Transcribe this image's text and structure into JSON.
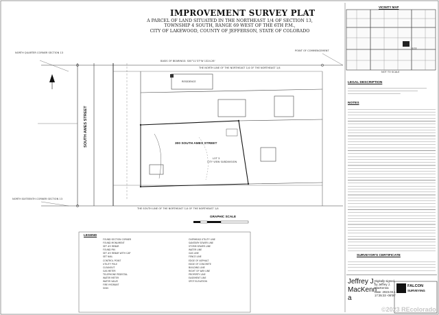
{
  "document": {
    "title": "IMPROVEMENT SURVEY PLAT",
    "subtitle_lines": [
      "A PARCEL OF LAND SITUATED IN THE NORTHEAST 1/4 OF SECTION 13,",
      "TOWNSHIP 4 SOUTH, RANGE 69 WEST OF THE 6TH P.M.,",
      "CITY OF LAKEWOOD, COUNTY OF JEFFERSON, STATE OF COLORADO"
    ]
  },
  "plat": {
    "street_label": "SOUTH AMES STREET",
    "address_label": "300 SOUTH AMES STREET",
    "graphic_scale_label": "GRAPHIC SCALE",
    "basis_note": "BASIS OF BEARINGS: S00°11'37\"W 1324.26'",
    "lot_label": "LOT 3",
    "lot_sub": "CITY VIEW SUBDIVISION",
    "north_line_note": "THE NORTH LINE OF THE NORTHEAST 1/4 OF THE NORTHEAST 1/4",
    "south_line_note": "THE SOUTH LINE OF THE NORTHEAST 1/4 OF THE NORTHEAST 1/4",
    "corner_note_nw": "NORTH QUARTER CORNER SECTION 13",
    "corner_note_ne": "POINT OF COMMENCEMENT",
    "corner_note_sw": "NORTH SIXTEENTH CORNER SECTION 13",
    "parcel_note": "RESIDENCE",
    "legend_title": "LEGEND"
  },
  "legend": {
    "left": [
      "FOUND SECTION CORNER",
      "FOUND MONUMENT",
      "SET #5 REBAR",
      "FOUND PIN",
      "SET #5 REBAR WITH CAP",
      "SET NAIL",
      "CONTROL POINT",
      "UTILITY POLE",
      "CLEANOUT",
      "GAS METER",
      "TELEPHONE PEDESTAL",
      "WATER METER",
      "WATER VALVE",
      "FIRE HYDRANT",
      "SIGN"
    ],
    "right": [
      "OVERHEAD UTILITY LINE",
      "SANITARY SEWER LINE",
      "STORM SEWER LINE",
      "WATER LINE",
      "GAS LINE",
      "FENCE LINE",
      "EDGE OF ASPHALT",
      "EDGE OF CONCRETE",
      "BUILDING LINE",
      "RIGHT OF WAY LINE",
      "PROPERTY LINE",
      "EASEMENT LINE",
      "SPOT ELEVATION"
    ]
  },
  "vicinity": {
    "title": "VICINITY MAP",
    "scale_note": "NOT TO SCALE",
    "site_label": "SITE"
  },
  "notes": {
    "legal_heading": "LEGAL DESCRIPTION",
    "notes_heading": "NOTES",
    "certificate_heading": "SURVEYOR'S CERTIFICATE"
  },
  "signature": {
    "name_line1": "Jeffrey J.",
    "name_line2": "MacKenn",
    "name_line3": "a",
    "digital_line1": "Digitally signed",
    "digital_line2": "by Jeffrey J.",
    "digital_line3": "MacKenna",
    "digital_line4": "Date: 2023.03.1",
    "digital_line5": "17:35:33 -06'00'"
  },
  "company": {
    "name": "FALCON",
    "sub": "SURVEYING"
  },
  "watermark": "©2023 REcolorado"
}
